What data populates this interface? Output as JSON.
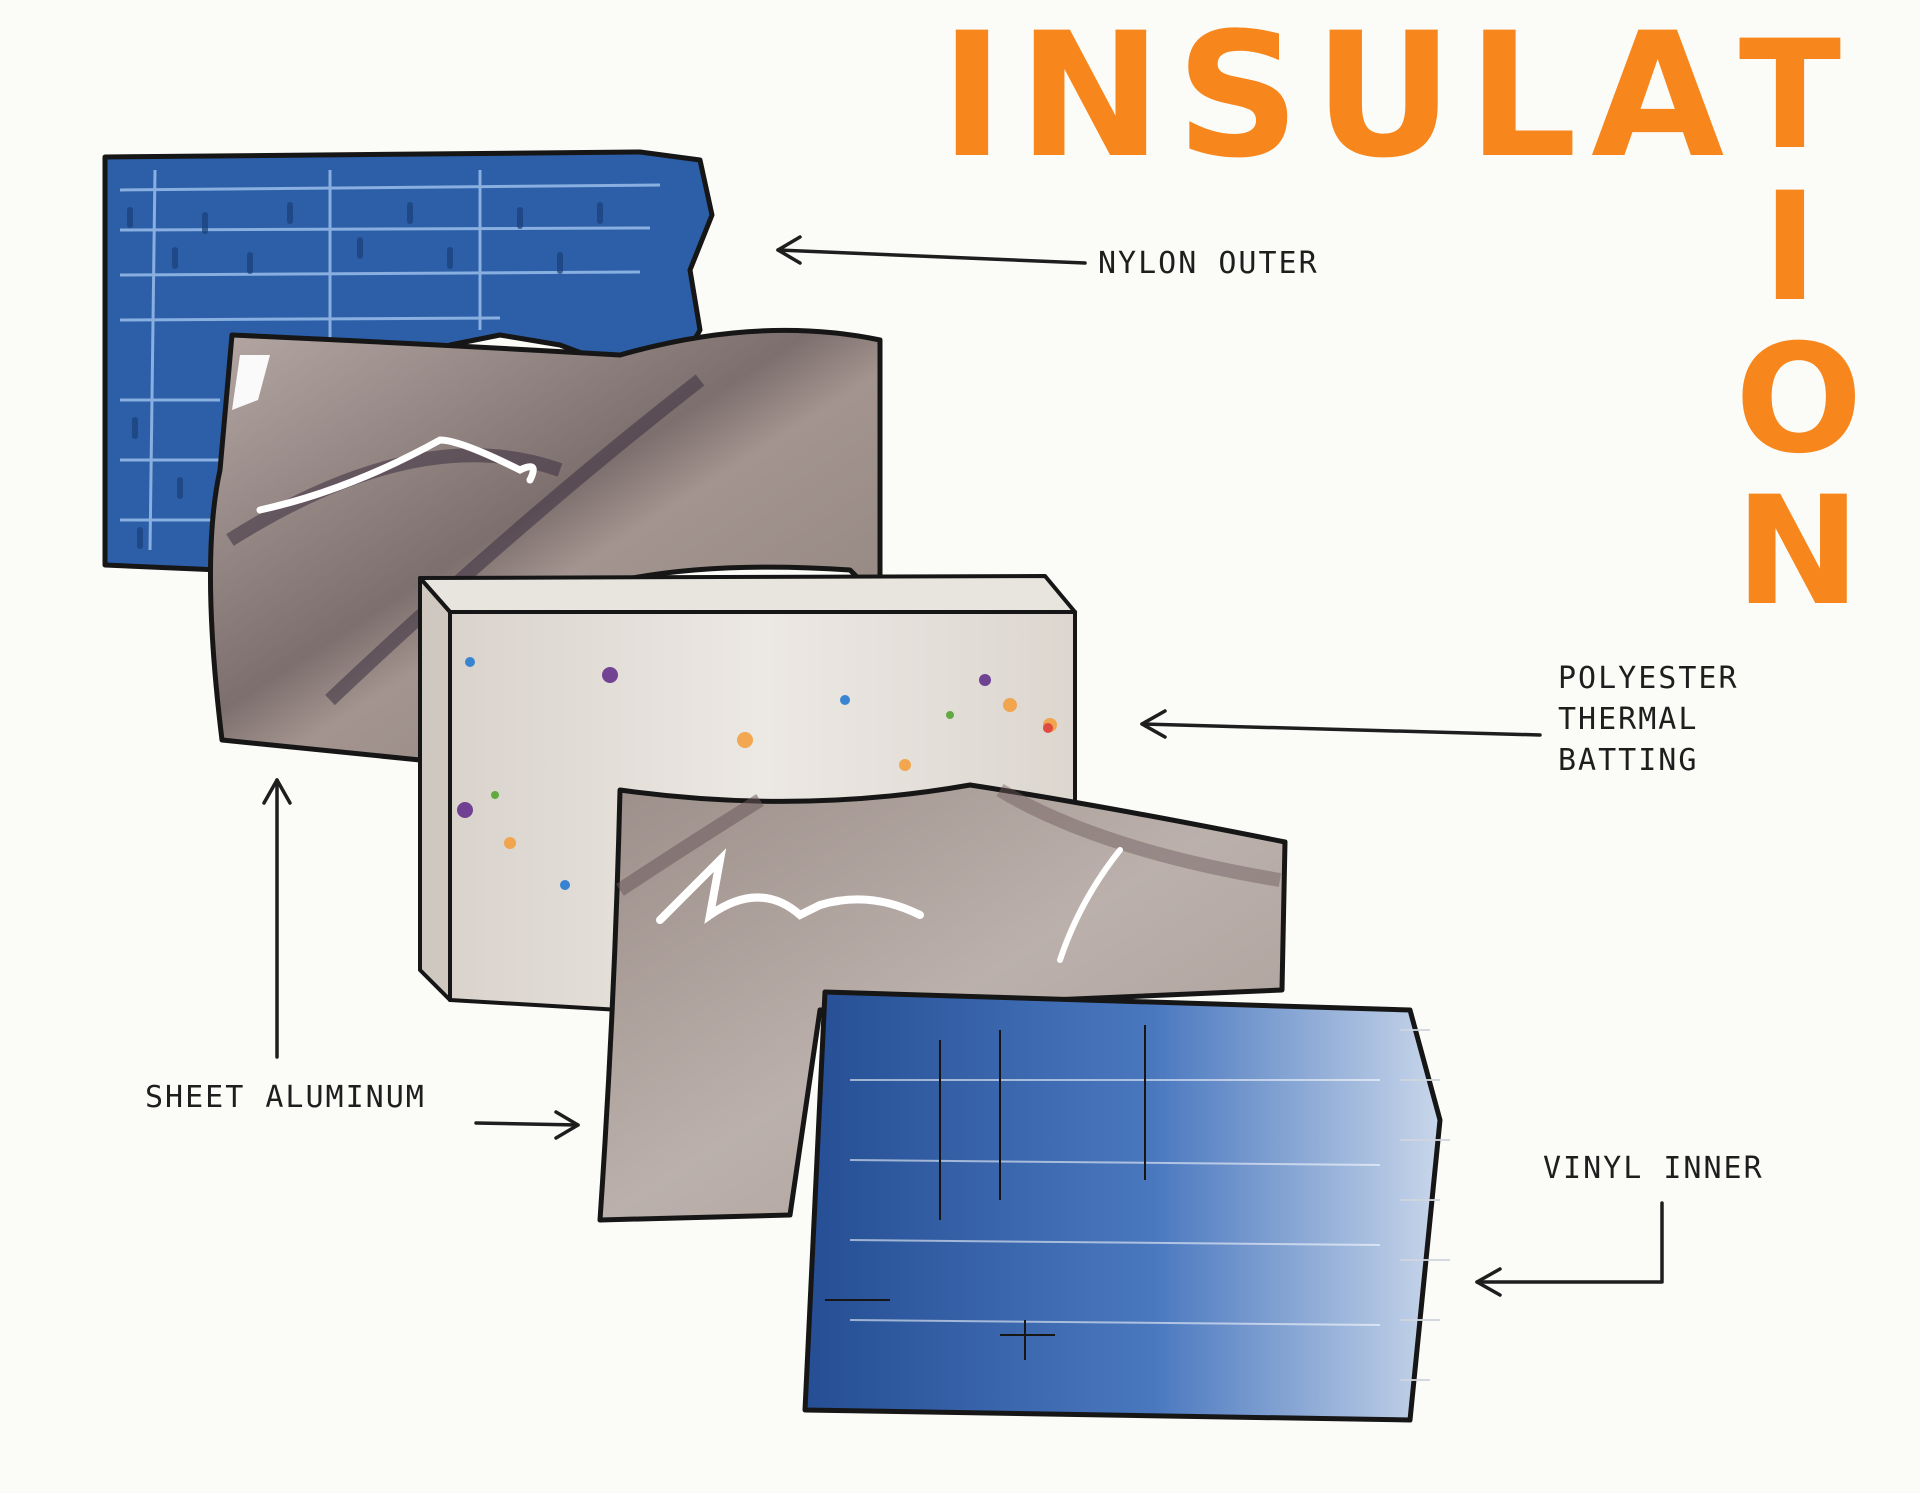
{
  "title": {
    "row": "INSULA",
    "column": [
      "T",
      "I",
      "O",
      "N"
    ]
  },
  "layers": [
    {
      "id": "nylon-outer",
      "label": "NYLON OUTER",
      "color": "#2d5fa8"
    },
    {
      "id": "sheet-aluminum-1",
      "label": "SHEET ALUMINUM",
      "color": "#9b8d88"
    },
    {
      "id": "polyester-thermal-batting",
      "label": "POLYESTER\nTHERMAL\nBATTING",
      "color": "#e6e2dc"
    },
    {
      "id": "sheet-aluminum-2",
      "label": "SHEET ALUMINUM",
      "color": "#a99c94"
    },
    {
      "id": "vinyl-inner",
      "label": "VINYL INNER",
      "color": "#3f6db5"
    }
  ],
  "colors": {
    "title": "#f7861c",
    "ink": "#1e1e1e",
    "paper": "#fbfbf8"
  }
}
